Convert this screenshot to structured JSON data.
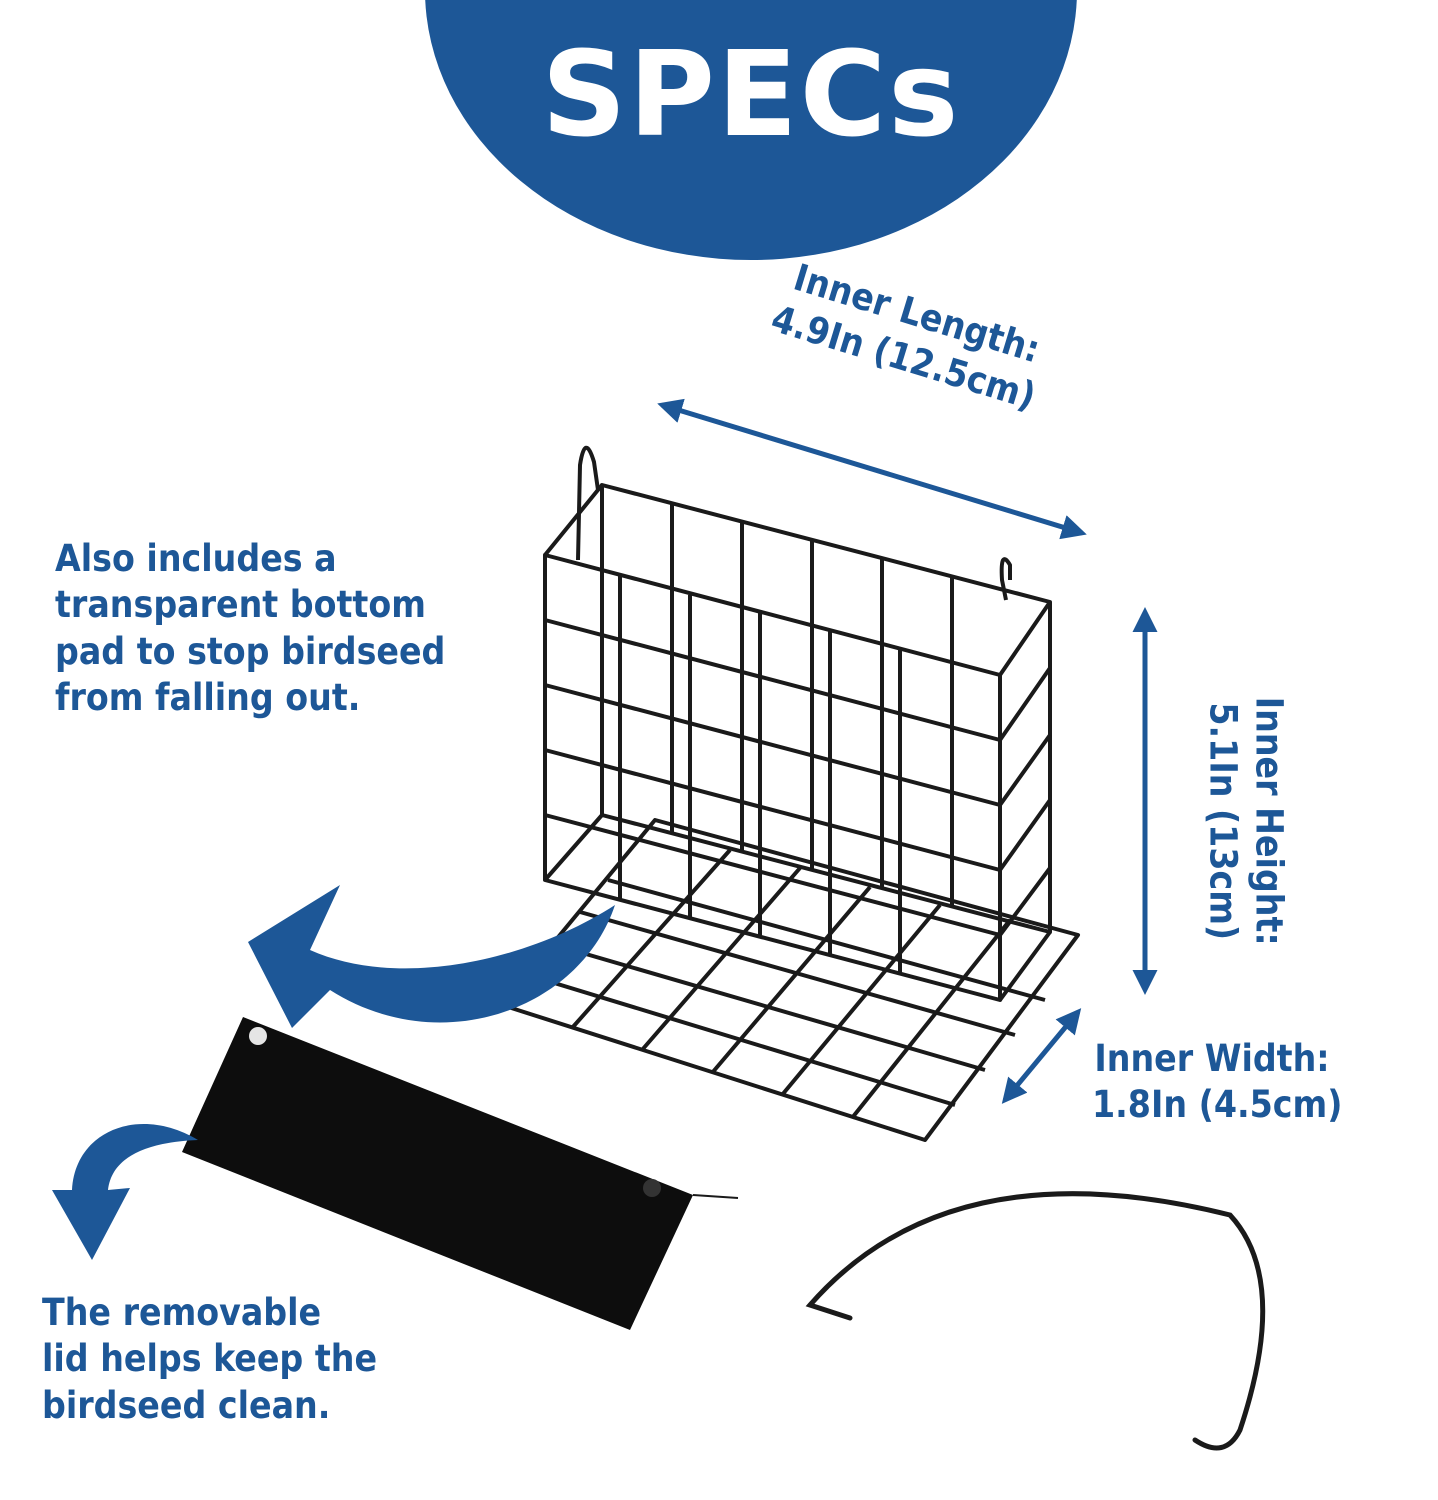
{
  "title": "SPECs",
  "colors": {
    "accent": "#1d5797",
    "text": "#1d5797",
    "arrow": "#1d5797",
    "wire": "#1a1a1a"
  },
  "dimensions": {
    "length": {
      "label": "Inner Length:",
      "value": "4.9In (12.5cm)"
    },
    "height": {
      "label": "Inner Height:",
      "value": "5.1In (13cm)"
    },
    "width": {
      "label": "Inner Width:",
      "value": "1.8In (4.5cm)"
    }
  },
  "notes": {
    "pad": {
      "line1": "Also includes a",
      "line2": "transparent bottom",
      "line3": "pad to stop birdseed",
      "line4": "from falling out."
    },
    "lid": {
      "line1": "The removable",
      "line2": "lid helps keep the",
      "line3": "birdseed clean."
    }
  },
  "icons": [
    "double-arrow-icon",
    "curved-arrow-icon"
  ]
}
